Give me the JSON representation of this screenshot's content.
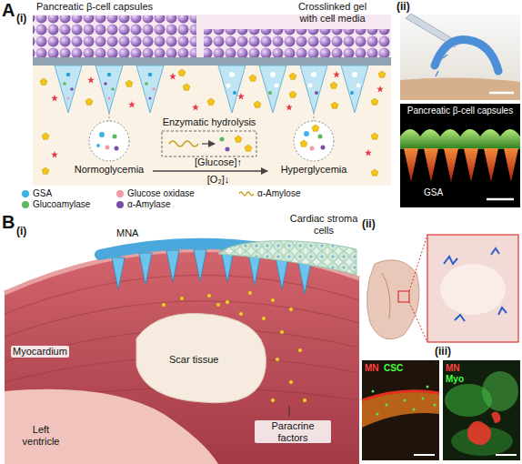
{
  "diagram": {
    "labels": [
      "A",
      "(i)",
      "Pancreatic β-cell capsules",
      "Crosslinked gel with cell media",
      "Enzymatic hydrolysis",
      "Normoglycemia",
      "[Glucose]↑",
      "[O₂]↓",
      "Hyperglycemia",
      "(ii)",
      "Pancreatic β-cell capsules",
      "GSA",
      "B",
      "(i)",
      "MNA",
      "Cardiac stroma cells",
      "Myocardium",
      "Scar tissue",
      "Left ventricle",
      "Paracrine factors",
      "(ii)",
      "(iii)",
      "MN",
      "CSC",
      "MN",
      "Myo"
    ],
    "legend": [
      {
        "text": "GSA",
        "color": "#3cb4e6"
      },
      {
        "text": "Glucose oxidase",
        "color": "#f29aa8"
      },
      {
        "text": "α-Amylose"
      },
      {
        "text": "Glucoamylase",
        "color": "#5cb85c"
      },
      {
        "text": "α-Amylase",
        "color": "#7b4fa6"
      }
    ]
  }
}
